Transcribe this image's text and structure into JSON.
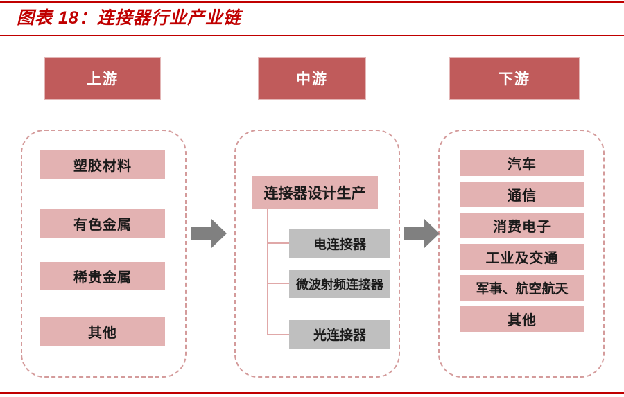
{
  "title": "图表 18：连接器行业产业链",
  "colors": {
    "title_red": "#c00000",
    "header_red": "#c05b5b",
    "box_pink": "#e3b2b2",
    "box_gray": "#bfbfbf",
    "dash_border": "#d49b9b",
    "connector": "#e0a8a8",
    "arrow_gray": "#808080"
  },
  "stages": {
    "upstream": {
      "header": "上游",
      "items": [
        {
          "label": "塑胶材料"
        },
        {
          "label": "有色金属"
        },
        {
          "label": "稀贵金属"
        },
        {
          "label": "其他"
        }
      ]
    },
    "midstream": {
      "header": "中游",
      "node": "连接器设计生产",
      "items": [
        {
          "label": "电连接器"
        },
        {
          "label": "微波射频连接器"
        },
        {
          "label": "光连接器"
        }
      ]
    },
    "downstream": {
      "header": "下游",
      "items": [
        {
          "label": "汽车"
        },
        {
          "label": "通信"
        },
        {
          "label": "消费电子"
        },
        {
          "label": "工业及交通"
        },
        {
          "label": "军事、航空航天"
        },
        {
          "label": "其他"
        }
      ]
    }
  },
  "arrows": [
    {
      "name": "upstream-to-midstream"
    },
    {
      "name": "midstream-to-downstream"
    }
  ]
}
